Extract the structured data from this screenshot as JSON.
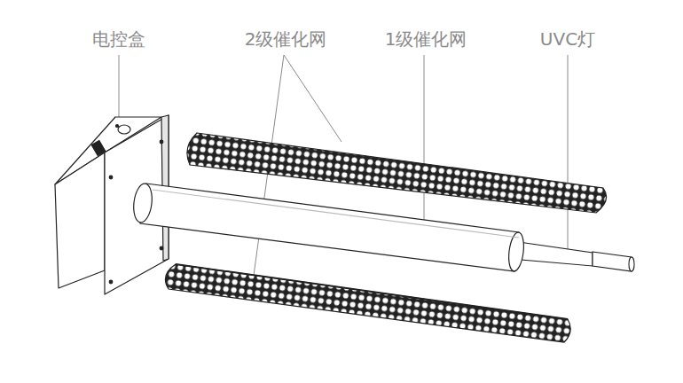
{
  "diagram": {
    "labels": [
      "电控盒",
      "2级催化网",
      "1级催化网",
      "UVC灯"
    ]
  }
}
